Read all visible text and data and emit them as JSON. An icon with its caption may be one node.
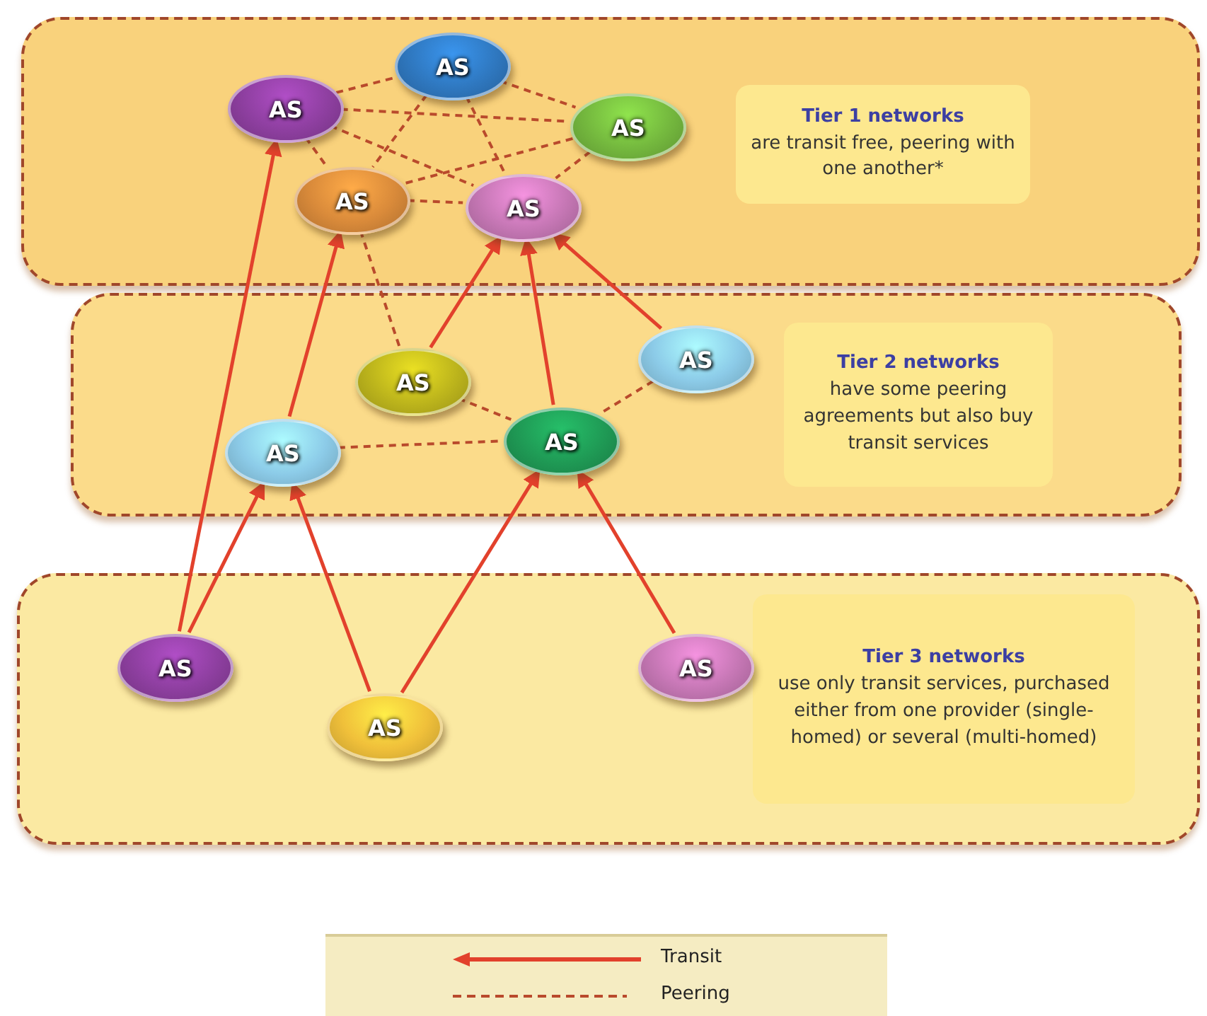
{
  "diagram": {
    "nodes": [
      {
        "text": [
          "Tier 1 networks",
          "are transit free, peering with one another*"
        ]
      },
      {
        "text": [
          "AS"
        ],
        "in": 0
      },
      {
        "text": [
          "AS"
        ],
        "in": 0
      },
      {
        "text": [
          "AS"
        ],
        "in": 0
      },
      {
        "text": [
          "AS"
        ],
        "in": 0
      },
      {
        "text": [
          "AS"
        ],
        "in": 0
      },
      {
        "text": [
          "Tier 2 networks",
          "have some peering agreements but also buy transit services"
        ]
      },
      {
        "text": [
          "AS"
        ],
        "in": 6
      },
      {
        "text": [
          "AS"
        ],
        "in": 6
      },
      {
        "text": [
          "AS"
        ],
        "in": 6
      },
      {
        "text": [
          "AS"
        ],
        "in": 6
      },
      {
        "text": [
          "Tier 3 networks",
          "use only transit services, purchased either from one provider (single-homed) or several (multi-homed)"
        ]
      },
      {
        "text": [
          "AS"
        ],
        "in": 11
      },
      {
        "text": [
          "AS"
        ],
        "in": 11
      },
      {
        "text": [
          "AS"
        ],
        "in": 11
      }
    ],
    "edges": [
      {
        "from": 1,
        "to": 2,
        "arrow": "none",
        "style": "dashed"
      },
      {
        "from": 1,
        "to": 3,
        "arrow": "none",
        "style": "dashed"
      },
      {
        "from": 1,
        "to": 4,
        "arrow": "none",
        "style": "dashed"
      },
      {
        "from": 1,
        "to": 5,
        "arrow": "none",
        "style": "dashed"
      },
      {
        "from": 2,
        "to": 3,
        "arrow": "none",
        "style": "dashed"
      },
      {
        "from": 2,
        "to": 4,
        "arrow": "none",
        "style": "dashed"
      },
      {
        "from": 2,
        "to": 5,
        "arrow": "none",
        "style": "dashed"
      },
      {
        "from": 3,
        "to": 4,
        "arrow": "none",
        "style": "dashed"
      },
      {
        "from": 3,
        "to": 5,
        "arrow": "none",
        "style": "dashed"
      },
      {
        "from": 4,
        "to": 5,
        "arrow": "none",
        "style": "dashed"
      },
      {
        "from": 7,
        "to": 4,
        "arrow": "none",
        "style": "dashed"
      },
      {
        "from": 7,
        "to": 10,
        "arrow": "none",
        "style": "dashed"
      },
      {
        "from": 8,
        "to": 10,
        "arrow": "none",
        "style": "dashed"
      },
      {
        "from": 9,
        "to": 10,
        "arrow": "none",
        "style": "dashed"
      },
      {
        "from": 7,
        "to": 5,
        "arrow": "to",
        "color": "#e2412c"
      },
      {
        "from": 10,
        "to": 5,
        "arrow": "to",
        "color": "#e2412c"
      },
      {
        "from": 8,
        "to": 5,
        "arrow": "to",
        "color": "#e2412c"
      },
      {
        "from": 9,
        "to": 4,
        "arrow": "to",
        "color": "#e2412c"
      },
      {
        "from": 12,
        "to": 1,
        "arrow": "to",
        "color": "#e2412c"
      },
      {
        "from": 12,
        "to": 9,
        "arrow": "to",
        "color": "#e2412c"
      },
      {
        "from": 13,
        "to": 9,
        "arrow": "to",
        "color": "#e2412c"
      },
      {
        "from": 13,
        "to": 10,
        "arrow": "to",
        "color": "#e2412c"
      },
      {
        "from": 14,
        "to": 10,
        "arrow": "to",
        "color": "#e2412c"
      }
    ],
    "legend": [
      {
        "text": "Transit"
      },
      {
        "text": "Peering"
      }
    ]
  }
}
